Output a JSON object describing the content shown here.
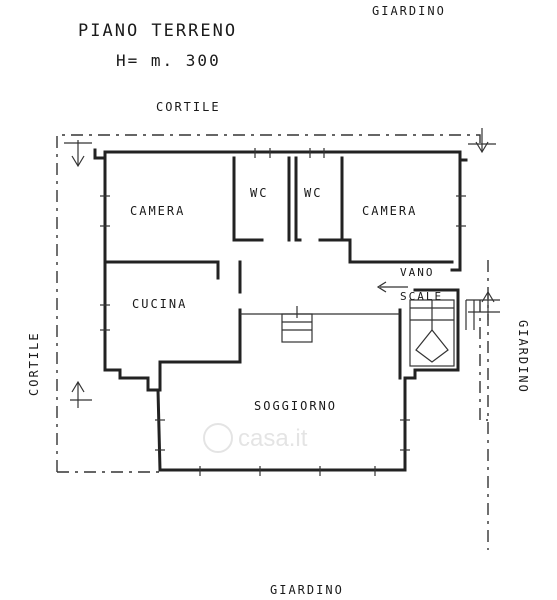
{
  "title": "PIANO TERRENO",
  "height_note": "H= m. 300",
  "labels": {
    "giardino_top": "GIARDINO",
    "cortile_top": "CORTILE",
    "cortile_left": "CORTILE",
    "giardino_right": "GIARDINO",
    "giardino_bottom": "GIARDINO"
  },
  "rooms": {
    "camera_left": "CAMERA",
    "wc1": "WC",
    "wc2": "WC",
    "camera_right": "CAMERA",
    "cucina": "CUCINA",
    "vano": "VANO",
    "scale": "SCALE",
    "soggiorno": "SOGGIORNO"
  },
  "watermark": "casa.it"
}
